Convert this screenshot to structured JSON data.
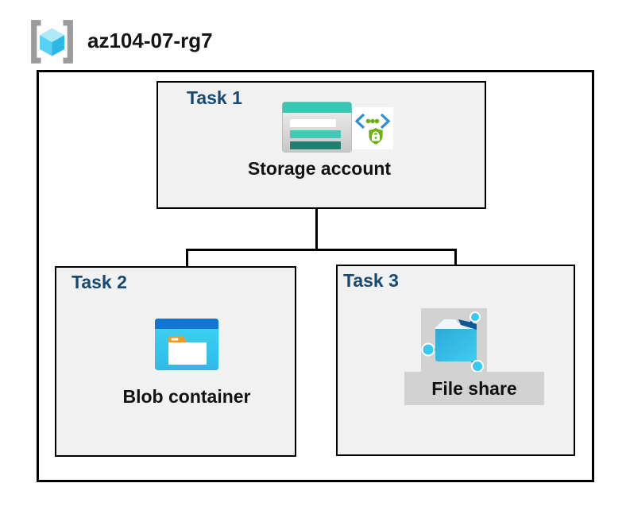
{
  "header": {
    "resource_group_name": "az104-07-rg7"
  },
  "tasks": [
    {
      "label": "Task 1",
      "item": "Storage account"
    },
    {
      "label": "Task 2",
      "item": "Blob container"
    },
    {
      "label": "Task 3",
      "item": "File share"
    }
  ],
  "icons": {
    "resource_group": "resource-group-icon (gray brackets with cyan cube)",
    "task1_main": "storage-account-icon (teal bars card)",
    "task1_badge": "sas-token-icon (blue angle brackets, green dots, green shield with lock)",
    "task2_main": "blob-container-icon (blue window with white folder, orange tab)",
    "task3_main": "file-share-icon (blue folder with cyan network nodes)"
  },
  "colors": {
    "task_label_blue": "#174a73",
    "box_fill_gray": "#f1f1f1",
    "line_black": "#000000",
    "highlight_gray": "#d2d2d2",
    "storage_teal": "#39c7b3",
    "storage_teal_dark": "#1f8071",
    "blob_header_blue": "#1176d3",
    "blob_body_cyan": "#38cdf3",
    "fileshare_navy": "#0a5a96",
    "fileshare_node_cyan": "#38c8f2",
    "sas_green": "#6ab011",
    "sas_chevron_blue": "#2b8ed4",
    "bracket_gray": "#9b9b9b"
  }
}
